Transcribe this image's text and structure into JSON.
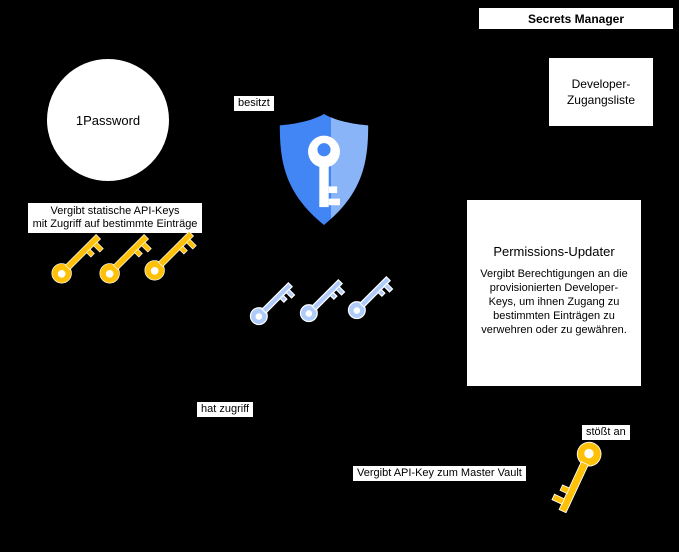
{
  "colors": {
    "background": "#000000",
    "label_bg": "#FFFFFF",
    "label_text": "#000000",
    "gold_key": "#FFC107",
    "blue_key": "#AECBFA",
    "shield_blue": "#4285F4",
    "shield_blue_light": "#8AB4F8"
  },
  "header": {
    "title": "Secrets Manager"
  },
  "nodes": {
    "onepassword": {
      "label": "1Password"
    },
    "developer_list": {
      "line1": "Developer-",
      "line2": "Zugangsliste"
    },
    "permissions_updater": {
      "title": "Permissions-Updater",
      "description": "Vergibt Berechtigungen an die provisionierten Developer-Keys, um ihnen Zugang zu bestimmten Einträgen zu verwehren oder zu gewähren."
    }
  },
  "labels": {
    "besitzt": "besitzt",
    "static_api_keys_line1": "Vergibt statische API-Keys",
    "static_api_keys_line2": "mit Zugriff auf bestimmte Einträge",
    "hat_zugriff": "hat zugriff",
    "stoesst_an": "stößt an",
    "master_vault": "Vergibt API-Key zum Master Vault"
  },
  "icons": {
    "vault": "shield-key-icon",
    "static_keys": [
      "gold-key-icon",
      "gold-key-icon",
      "gold-key-icon"
    ],
    "developer_keys": [
      "blue-key-icon",
      "blue-key-icon",
      "blue-key-icon"
    ],
    "master_key": "gold-key-icon"
  }
}
